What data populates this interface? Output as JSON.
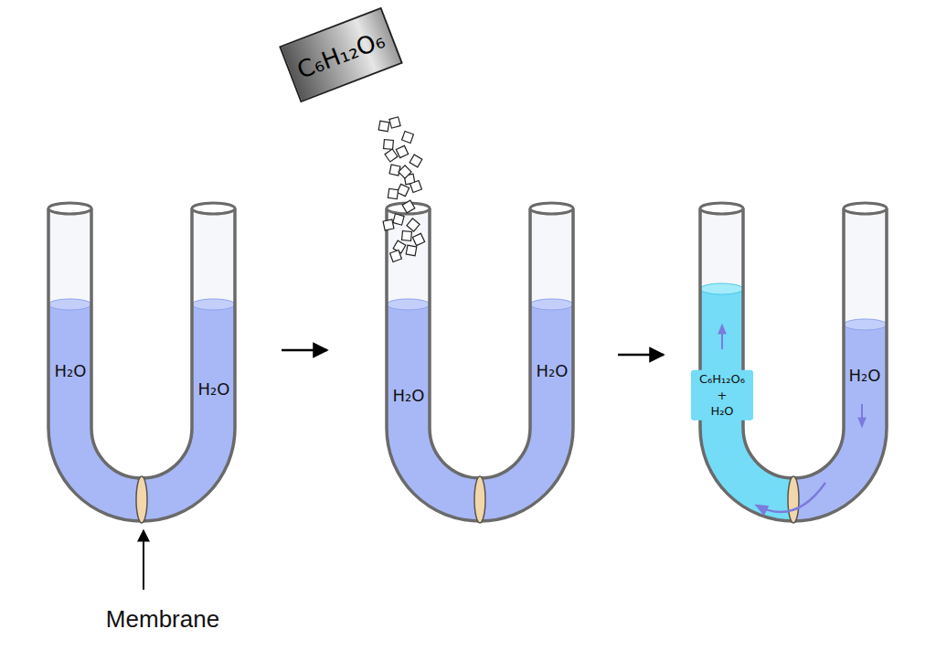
{
  "diagram": {
    "nodes": [
      {
        "text": [
          "C₆H₁₂O₆"
        ]
      }
    ],
    "labels": [
      "H₂O",
      "H₂O",
      "H₂O",
      "H₂O",
      "C₆H₁₂O₆ + H₂O",
      "H₂O",
      "Membrane"
    ]
  }
}
